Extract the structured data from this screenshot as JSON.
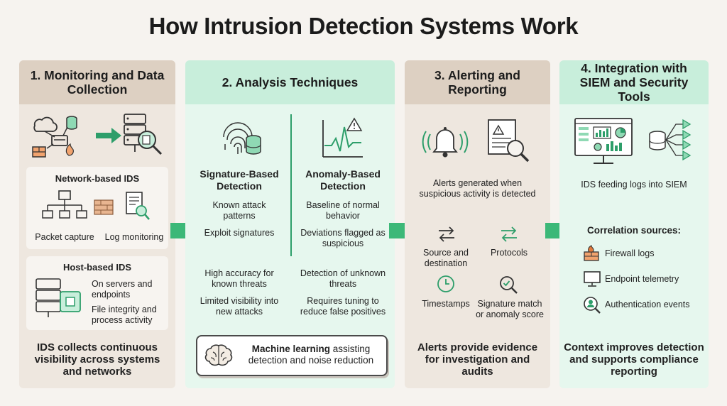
{
  "title": "How Intrusion Detection Systems Work",
  "col1": {
    "heading": "1. Monitoring and Data Collection",
    "network": {
      "title": "Network-based IDS",
      "left_label": "Packet capture",
      "right_label": "Log monitoring"
    },
    "host": {
      "title": "Host-based IDS",
      "item1": "On servers and endpoints",
      "item2": "File integrity and process activity"
    },
    "summary": "IDS collects continuous visibility across systems and networks"
  },
  "col2": {
    "heading": "2. Analysis Techniques",
    "signature": {
      "title": "Signature-Based Detection",
      "item1": "Known attack patterns",
      "item2": "Exploit signatures",
      "pro": "High accuracy for known threats",
      "con": "Limited visibility into new attacks"
    },
    "anomaly": {
      "title": "Anomaly-Based Detection",
      "item1": "Baseline of normal behavior",
      "item2": "Deviations flagged as suspicious",
      "pro": "Detection of unknown threats",
      "con": "Requires tuning to reduce false positives"
    },
    "ml_bold": "Machine learning",
    "ml_rest": " assisting detection and noise reduction"
  },
  "col3": {
    "heading": "3. Alerting and Reporting",
    "caption": "Alerts generated when suspicious activity is detected",
    "fields": {
      "source_dest": "Source and destination",
      "protocols": "Protocols",
      "timestamps": "Timestamps",
      "signature_match": "Signature match or anomaly score"
    },
    "summary": "Alerts provide evidence for investigation and audits"
  },
  "col4": {
    "heading": "4. Integration with SIEM and Security Tools",
    "caption": "IDS feeding logs into SIEM",
    "sources_title": "Correlation sources:",
    "sources": [
      "Firewall logs",
      "Endpoint telemetry",
      "Authentication events"
    ],
    "summary": "Context improves detection and supports compliance reporting"
  },
  "colors": {
    "accent_green": "#2d9e6a",
    "arrow_green": "#3cb878",
    "tan_panel": "#eee7df",
    "tan_header": "#ddd0c2",
    "mint_panel": "#e6f7ee",
    "mint_header": "#c8eedb",
    "firewall_orange": "#e07a3c"
  }
}
